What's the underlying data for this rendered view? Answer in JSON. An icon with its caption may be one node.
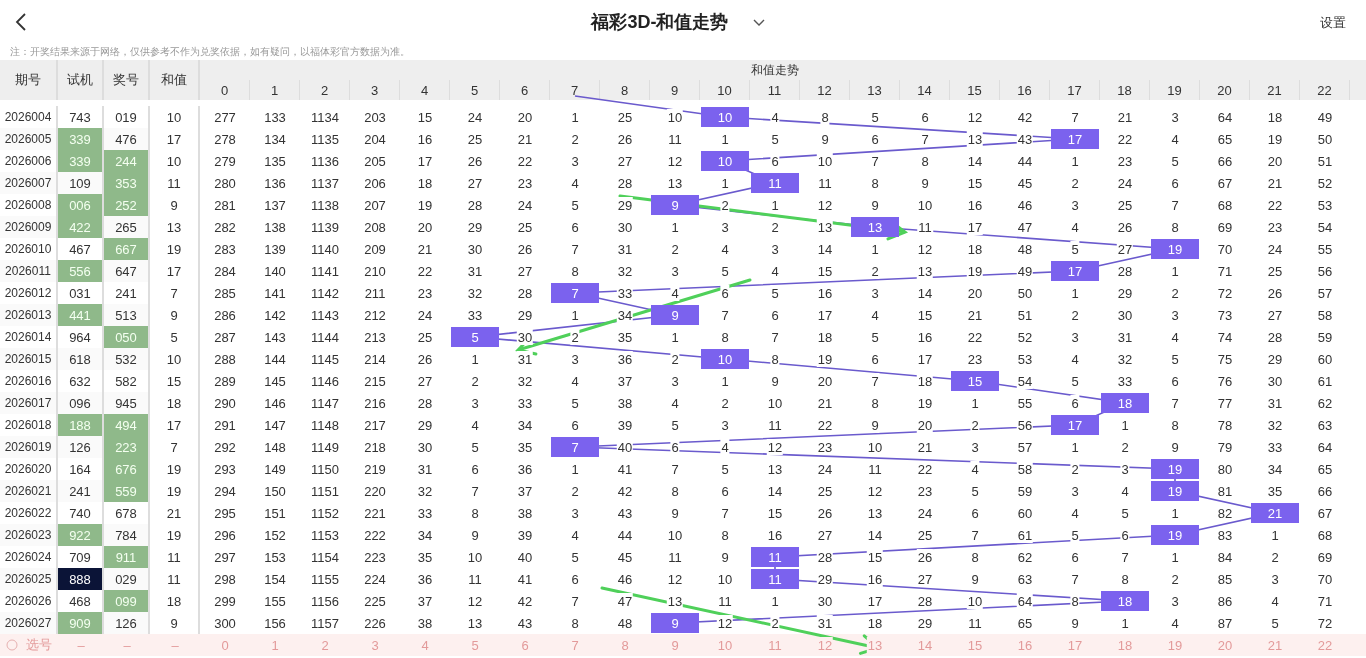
{
  "diagram": {
    "title": "福彩3D-和值走势",
    "labels": [
      "设置",
      "注：开奖结果来源于网络，仅供参考不作为兑奖依据，如有疑问，以福体彩官方数据为准。",
      "期号",
      "试机",
      "奖号",
      "和值",
      "和值走势",
      "0",
      "1",
      "2",
      "3",
      "4",
      "5",
      "6",
      "7",
      "8",
      "9",
      "10",
      "11",
      "12",
      "13",
      "14",
      "15",
      "16",
      "17",
      "18",
      "19",
      "20",
      "21",
      "22",
      "2026004",
      "743",
      "019",
      "10",
      "277",
      "133",
      "1134",
      "203",
      "15",
      "24",
      "20",
      "1",
      "25",
      "10",
      "10",
      "4",
      "8",
      "5",
      "6",
      "12",
      "42",
      "7",
      "21",
      "3",
      "64",
      "18",
      "49",
      "2026005",
      "339",
      "476",
      "17",
      "278",
      "134",
      "1135",
      "204",
      "16",
      "25",
      "21",
      "2",
      "26",
      "11",
      "1",
      "5",
      "9",
      "6",
      "7",
      "13",
      "43",
      "17",
      "22",
      "4",
      "65",
      "19",
      "50",
      "2026006",
      "339",
      "244",
      "10",
      "279",
      "135",
      "1136",
      "205",
      "17",
      "26",
      "22",
      "3",
      "27",
      "12",
      "10",
      "6",
      "10",
      "7",
      "8",
      "14",
      "44",
      "1",
      "23",
      "5",
      "66",
      "20",
      "51",
      "2026007",
      "109",
      "353",
      "11",
      "280",
      "136",
      "1137",
      "206",
      "18",
      "27",
      "23",
      "4",
      "28",
      "13",
      "1",
      "11",
      "11",
      "8",
      "9",
      "15",
      "45",
      "2",
      "24",
      "6",
      "67",
      "21",
      "52",
      "2026008",
      "006",
      "252",
      "9",
      "281",
      "137",
      "1138",
      "207",
      "19",
      "28",
      "24",
      "5",
      "29",
      "9",
      "2",
      "1",
      "12",
      "9",
      "10",
      "16",
      "46",
      "3",
      "25",
      "7",
      "68",
      "22",
      "53",
      "2026009",
      "422",
      "265",
      "13",
      "282",
      "138",
      "1139",
      "208",
      "20",
      "29",
      "25",
      "6",
      "30",
      "1",
      "3",
      "2",
      "13",
      "13",
      "11",
      "17",
      "47",
      "4",
      "26",
      "8",
      "69",
      "23",
      "54",
      "2026010",
      "467",
      "667",
      "19",
      "283",
      "139",
      "1140",
      "209",
      "21",
      "30",
      "26",
      "7",
      "31",
      "2",
      "4",
      "3",
      "14",
      "1",
      "12",
      "18",
      "48",
      "5",
      "27",
      "19",
      "70",
      "24",
      "55",
      "2026011",
      "556",
      "647",
      "17",
      "284",
      "140",
      "1141",
      "210",
      "22",
      "31",
      "27",
      "8",
      "32",
      "3",
      "5",
      "4",
      "15",
      "2",
      "13",
      "19",
      "49",
      "17",
      "28",
      "1",
      "71",
      "25",
      "56",
      "2026012",
      "031",
      "241",
      "7",
      "285",
      "141",
      "1142",
      "211",
      "23",
      "32",
      "28",
      "7",
      "33",
      "4",
      "6",
      "5",
      "16",
      "3",
      "14",
      "20",
      "50",
      "1",
      "29",
      "2",
      "72",
      "26",
      "57",
      "2026013",
      "441",
      "513",
      "9",
      "286",
      "142",
      "1143",
      "212",
      "24",
      "33",
      "29",
      "1",
      "34",
      "9",
      "7",
      "6",
      "17",
      "4",
      "15",
      "21",
      "51",
      "2",
      "30",
      "3",
      "73",
      "27",
      "58",
      "2026014",
      "964",
      "050",
      "5",
      "287",
      "143",
      "1144",
      "213",
      "25",
      "5",
      "30",
      "2",
      "35",
      "1",
      "8",
      "7",
      "18",
      "5",
      "16",
      "22",
      "52",
      "3",
      "31",
      "4",
      "74",
      "28",
      "59",
      "2026015",
      "618",
      "532",
      "10",
      "288",
      "144",
      "1145",
      "214",
      "26",
      "1",
      "31",
      "3",
      "36",
      "2",
      "10",
      "8",
      "19",
      "6",
      "17",
      "23",
      "53",
      "4",
      "32",
      "5",
      "75",
      "29",
      "60",
      "2026016",
      "632",
      "582",
      "15",
      "289",
      "145",
      "1146",
      "215",
      "27",
      "2",
      "32",
      "4",
      "37",
      "3",
      "1",
      "9",
      "20",
      "7",
      "18",
      "15",
      "54",
      "5",
      "33",
      "6",
      "76",
      "30",
      "61",
      "2026017",
      "096",
      "945",
      "18",
      "290",
      "146",
      "1147",
      "216",
      "28",
      "3",
      "33",
      "5",
      "38",
      "4",
      "2",
      "10",
      "21",
      "8",
      "19",
      "1",
      "55",
      "6",
      "18",
      "7",
      "77",
      "31",
      "62",
      "2026018",
      "188",
      "494",
      "17",
      "291",
      "147",
      "1148",
      "217",
      "29",
      "4",
      "34",
      "6",
      "39",
      "5",
      "3",
      "11",
      "22",
      "9",
      "20",
      "2",
      "56",
      "17",
      "1",
      "8",
      "78",
      "32",
      "63",
      "2026019",
      "126",
      "223",
      "7",
      "292",
      "148",
      "1149",
      "218",
      "30",
      "5",
      "35",
      "7",
      "40",
      "6",
      "4",
      "12",
      "23",
      "10",
      "21",
      "3",
      "57",
      "1",
      "2",
      "9",
      "79",
      "33",
      "64",
      "2026020",
      "164",
      "676",
      "19",
      "293",
      "149",
      "1150",
      "219",
      "31",
      "6",
      "36",
      "1",
      "41",
      "7",
      "5",
      "13",
      "24",
      "11",
      "22",
      "4",
      "58",
      "2",
      "3",
      "19",
      "80",
      "34",
      "65",
      "2026021",
      "241",
      "559",
      "19",
      "294",
      "150",
      "1151",
      "220",
      "32",
      "7",
      "37",
      "2",
      "42",
      "8",
      "6",
      "14",
      "25",
      "12",
      "23",
      "5",
      "59",
      "3",
      "4",
      "19",
      "81",
      "35",
      "66",
      "2026022",
      "740",
      "678",
      "21",
      "295",
      "151",
      "1152",
      "221",
      "33",
      "8",
      "38",
      "3",
      "43",
      "9",
      "7",
      "15",
      "26",
      "13",
      "24",
      "6",
      "60",
      "4",
      "5",
      "1",
      "82",
      "21",
      "67",
      "2026023",
      "922",
      "784",
      "19",
      "296",
      "152",
      "1153",
      "222",
      "34",
      "9",
      "39",
      "4",
      "44",
      "10",
      "8",
      "16",
      "27",
      "14",
      "25",
      "7",
      "61",
      "5",
      "6",
      "19",
      "83",
      "1",
      "68",
      "2026024",
      "709",
      "911",
      "11",
      "297",
      "153",
      "1154",
      "223",
      "35",
      "10",
      "40",
      "5",
      "45",
      "11",
      "9",
      "11",
      "28",
      "15",
      "26",
      "8",
      "62",
      "6",
      "7",
      "1",
      "84",
      "2",
      "69",
      "2026025",
      "888",
      "029",
      "11",
      "298",
      "154",
      "1155",
      "224",
      "36",
      "11",
      "41",
      "6",
      "46",
      "12",
      "10",
      "11",
      "29",
      "16",
      "27",
      "9",
      "63",
      "7",
      "8",
      "2",
      "85",
      "3",
      "70",
      "2026026",
      "468",
      "099",
      "18",
      "299",
      "155",
      "1156",
      "225",
      "37",
      "12",
      "42",
      "7",
      "47",
      "13",
      "11",
      "1",
      "30",
      "17",
      "28",
      "10",
      "64",
      "8",
      "18",
      "3",
      "86",
      "4",
      "71",
      "2026027",
      "909",
      "126",
      "9",
      "300",
      "156",
      "1157",
      "226",
      "38",
      "13",
      "43",
      "8",
      "48",
      "9",
      "12",
      "2",
      "31",
      "18",
      "29",
      "11",
      "65",
      "9",
      "1",
      "4",
      "87",
      "5",
      "72",
      "选号",
      "–",
      "–",
      "–",
      "0",
      "1",
      "2",
      "3",
      "4",
      "5",
      "6",
      "7",
      "8",
      "9",
      "10",
      "11",
      "12",
      "13",
      "14",
      "15",
      "16",
      "17",
      "18",
      "19",
      "20",
      "21",
      "22"
    ]
  }
}
